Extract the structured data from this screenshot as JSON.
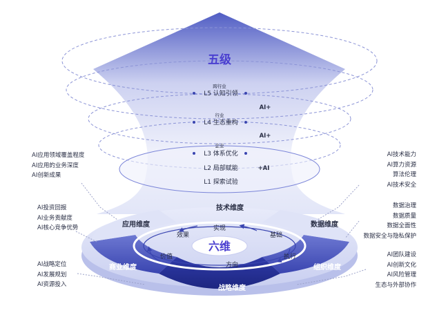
{
  "title": "五级",
  "levels": [
    {
      "tag": "跨行业",
      "label": "L5 认知引领"
    },
    {
      "tag": "行业",
      "label": "L4 生态重构"
    },
    {
      "tag": "企业",
      "label": "L3 体系优化"
    },
    {
      "tag": "",
      "label": "L2 局部赋能"
    },
    {
      "tag": "",
      "label": "L1 探索试验"
    }
  ],
  "ai_plus": [
    "AI+",
    "AI+",
    "+AI"
  ],
  "center": "六维",
  "dimensions": {
    "tech": "技术维度",
    "app": "应用维度",
    "data": "数据维度",
    "biz": "商业维度",
    "org": "组织维度",
    "strategy": "战略维度"
  },
  "cycle": [
    "实现",
    "基础",
    "执行",
    "方向",
    "价值",
    "效果"
  ],
  "notes": {
    "app": [
      "AI应用领域覆盖程度",
      "AI应用的业务深度",
      "AI创新成果"
    ],
    "tech": [
      "AI技术能力",
      "AI算力资源",
      "算法伦理",
      "AI技术安全"
    ],
    "biz": [
      "AI投资回报",
      "AI业务贡献度",
      "AI核心竞争优势"
    ],
    "data": [
      "数据治理",
      "数据质量",
      "数据全面性",
      "数据安全与隐私保护"
    ],
    "strategy": [
      "AI战略定位",
      "AI发展规划",
      "AI资源投入"
    ],
    "org": [
      "AI团队建设",
      "AI创新文化",
      "AI风险管理",
      "生态与外部协作"
    ]
  },
  "colors": {
    "accent": "#4a3fd0",
    "ring_dark": "#2f3aa8",
    "ring_mid": "#7a84d8",
    "ring_light": "#eef0fb",
    "text": "#2a2f45"
  }
}
